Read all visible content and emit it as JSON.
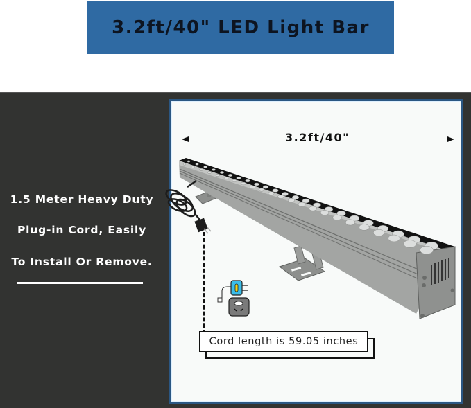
{
  "header": {
    "title": "3.2ft/40\" LED Light Bar"
  },
  "left_panel": {
    "lines": [
      "1.5 Meter Heavy Duty",
      "Plug-in Cord, Easily",
      "To Install Or Remove."
    ]
  },
  "diagram": {
    "dimension_label": "3.2ft/40\"",
    "cord_label": "Cord length is 59.05 inches",
    "icons": [
      "led-light-bar-image",
      "power-cord-image",
      "plug-adapter-icon",
      "power-socket-icon"
    ]
  },
  "colors": {
    "banner": "#2f6aa3",
    "banner_text": "#0d1420",
    "dark_panel": "#323331",
    "frame_border": "#2b5783",
    "frame_bg": "#f8faf9",
    "housing": "#9a9c9a",
    "led_face": "#111111",
    "adapter_blue": "#3cbde8",
    "adapter_yellow": "#f4d318",
    "socket_gray": "#7a7a7a"
  }
}
